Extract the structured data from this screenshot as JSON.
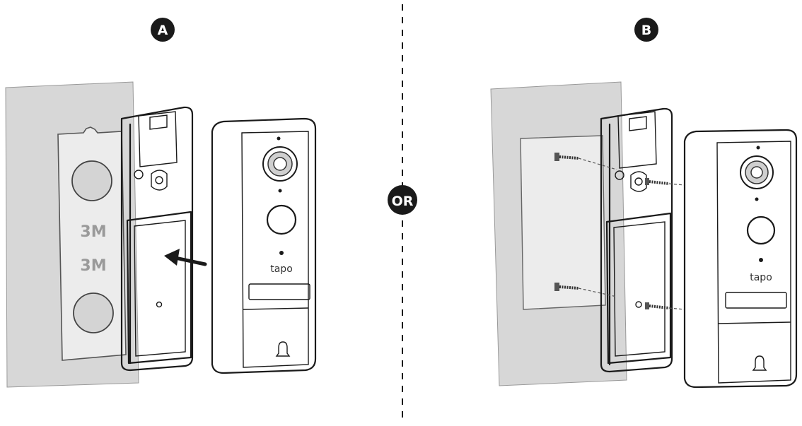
{
  "steps": {
    "a_label": "A",
    "b_label": "B",
    "or_label": "OR"
  },
  "tape": {
    "label_top": "3M",
    "label_bottom": "3M"
  },
  "doorbell": {
    "brand_a": "tapo",
    "brand_b": "tapo"
  },
  "icons": {
    "arrow": "arrow-left-icon",
    "bell": "bell-icon",
    "screw": "screw-icon",
    "camera": "camera-lens-icon"
  },
  "colors": {
    "badge": "#1a1a1a",
    "wall": "#d7d7d7",
    "tape": "#e9e9e9",
    "line": "#1a1a1a"
  }
}
